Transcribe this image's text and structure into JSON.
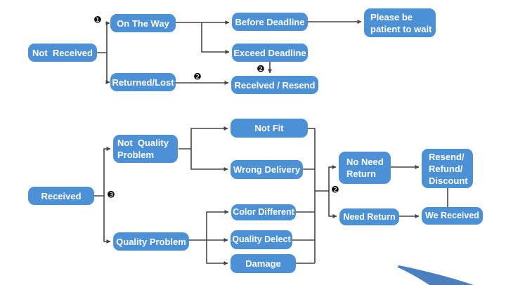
{
  "palette": {
    "node_fill": "#4c90d6",
    "node_text": "#ffffff",
    "connector": "#454545",
    "marker": "#0b0b0b",
    "background": "#ffffff",
    "swoosh": "#4a7fc0"
  },
  "nodes": {
    "not_received": "Not  Received",
    "on_the_way": "On The Way",
    "returned_lost": "Returned/Lost",
    "before_deadline": "Before Deadline",
    "exceed_deadline": "Exceed Deadline",
    "received_resend": "Recelved / Resend",
    "please_patient": "Please be\npatient to wait",
    "received": "Received",
    "not_quality_problem": "Not  Quality\nProblem",
    "quality_problem": "Quality Problem",
    "not_fit": "Not Fit",
    "wrong_delivery": "Wrong Delivery",
    "color_different": "Color Different",
    "quality_delect": "Quality Delect",
    "damage": "Damage",
    "no_need_return": "No Need\nReturn",
    "need_return": "Need Return",
    "resend_refund_discount": "Resend/\nRefund/\nDiscount",
    "we_received": "We Received"
  },
  "markers": [
    {
      "glyph": "❶",
      "step": "1",
      "near": "On The Way branch"
    },
    {
      "glyph": "❷",
      "step": "2",
      "near": "Returned/Lost to Recelved / Resend"
    },
    {
      "glyph": "❷",
      "step": "2",
      "near": "Exceed Deadline to Recelved / Resend"
    },
    {
      "glyph": "❸",
      "step": "3",
      "near": "Received branch"
    },
    {
      "glyph": "❷",
      "step": "2",
      "near": "Return decision branch"
    }
  ],
  "edges": [
    {
      "from": "Not  Received",
      "to": "On The Way",
      "step": "1"
    },
    {
      "from": "Not  Received",
      "to": "Returned/Lost",
      "step": "1"
    },
    {
      "from": "On The Way",
      "to": "Before Deadline"
    },
    {
      "from": "On The Way",
      "to": "Exceed Deadline"
    },
    {
      "from": "Before Deadline",
      "to": "Please be patient to wait"
    },
    {
      "from": "Exceed Deadline",
      "to": "Recelved / Resend",
      "step": "2"
    },
    {
      "from": "Returned/Lost",
      "to": "Recelved / Resend",
      "step": "2"
    },
    {
      "from": "Received",
      "to": "Not Quality Problem",
      "step": "3"
    },
    {
      "from": "Received",
      "to": "Quality Problem",
      "step": "3"
    },
    {
      "from": "Not Quality Problem",
      "to": "Not Fit"
    },
    {
      "from": "Not Quality Problem",
      "to": "Wrong Delivery"
    },
    {
      "from": "Quality Problem",
      "to": "Color Different"
    },
    {
      "from": "Quality Problem",
      "to": "Quality Delect"
    },
    {
      "from": "Quality Problem",
      "to": "Damage"
    },
    {
      "from": "Not Fit / Wrong Delivery / Color Different / Quality Delect / Damage",
      "to": "No Need Return",
      "step": "2"
    },
    {
      "from": "Not Fit / Wrong Delivery / Color Different / Quality Delect / Damage",
      "to": "Need Return",
      "step": "2"
    },
    {
      "from": "No Need Return",
      "to": "Resend/ Refund/ Discount"
    },
    {
      "from": "Need Return",
      "to": "We Received"
    },
    {
      "from": "Resend/ Refund/ Discount",
      "to": "We Received"
    }
  ]
}
